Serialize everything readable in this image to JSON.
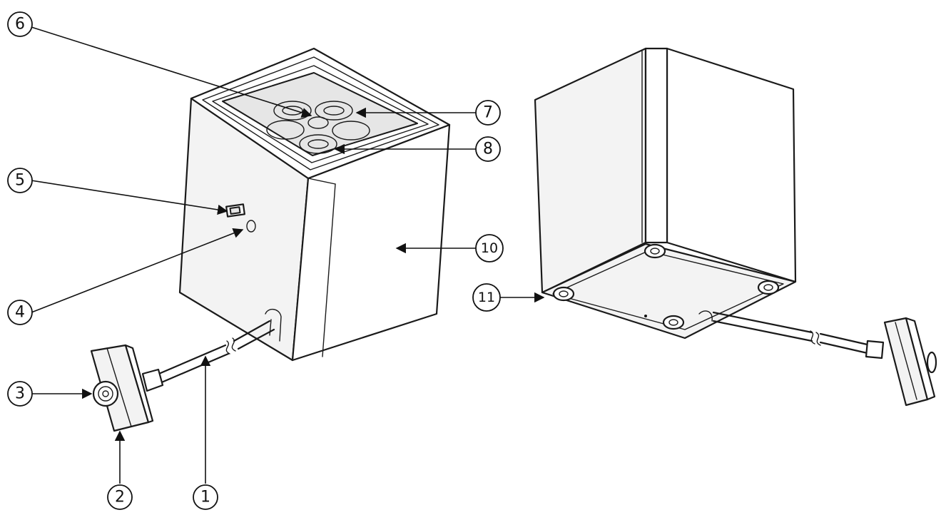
{
  "callouts": [
    {
      "id": "c1",
      "text": "1"
    },
    {
      "id": "c2",
      "text": "2"
    },
    {
      "id": "c3",
      "text": "3"
    },
    {
      "id": "c4",
      "text": "4"
    },
    {
      "id": "c5",
      "text": "5"
    },
    {
      "id": "c6",
      "text": "6"
    },
    {
      "id": "c7",
      "text": "7"
    },
    {
      "id": "c8",
      "text": "8"
    },
    {
      "id": "c10",
      "text": "10"
    },
    {
      "id": "c11",
      "text": "11"
    }
  ]
}
